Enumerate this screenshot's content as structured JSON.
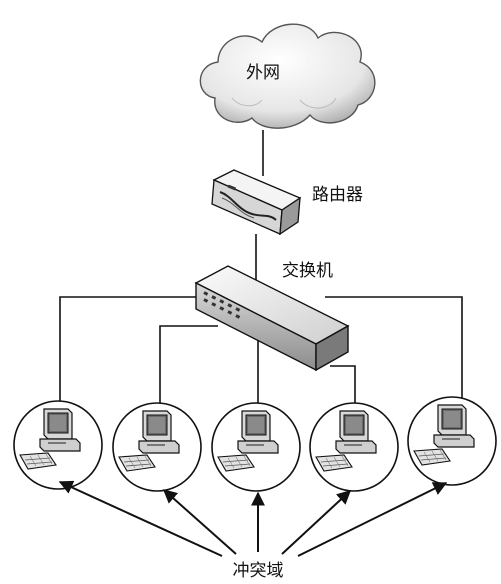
{
  "labels": {
    "internet": "外网",
    "router": "路由器",
    "switch": "交换机",
    "collision_domain": "冲突域"
  },
  "colors": {
    "line": "#111111",
    "cloud_fill": "#eeeeee",
    "device_light": "#f0f0f0",
    "device_mid": "#c8c8c8",
    "device_dark": "#6e6e6e"
  },
  "computers": [
    {
      "id": "pc-1"
    },
    {
      "id": "pc-2"
    },
    {
      "id": "pc-3"
    },
    {
      "id": "pc-4"
    },
    {
      "id": "pc-5"
    }
  ]
}
